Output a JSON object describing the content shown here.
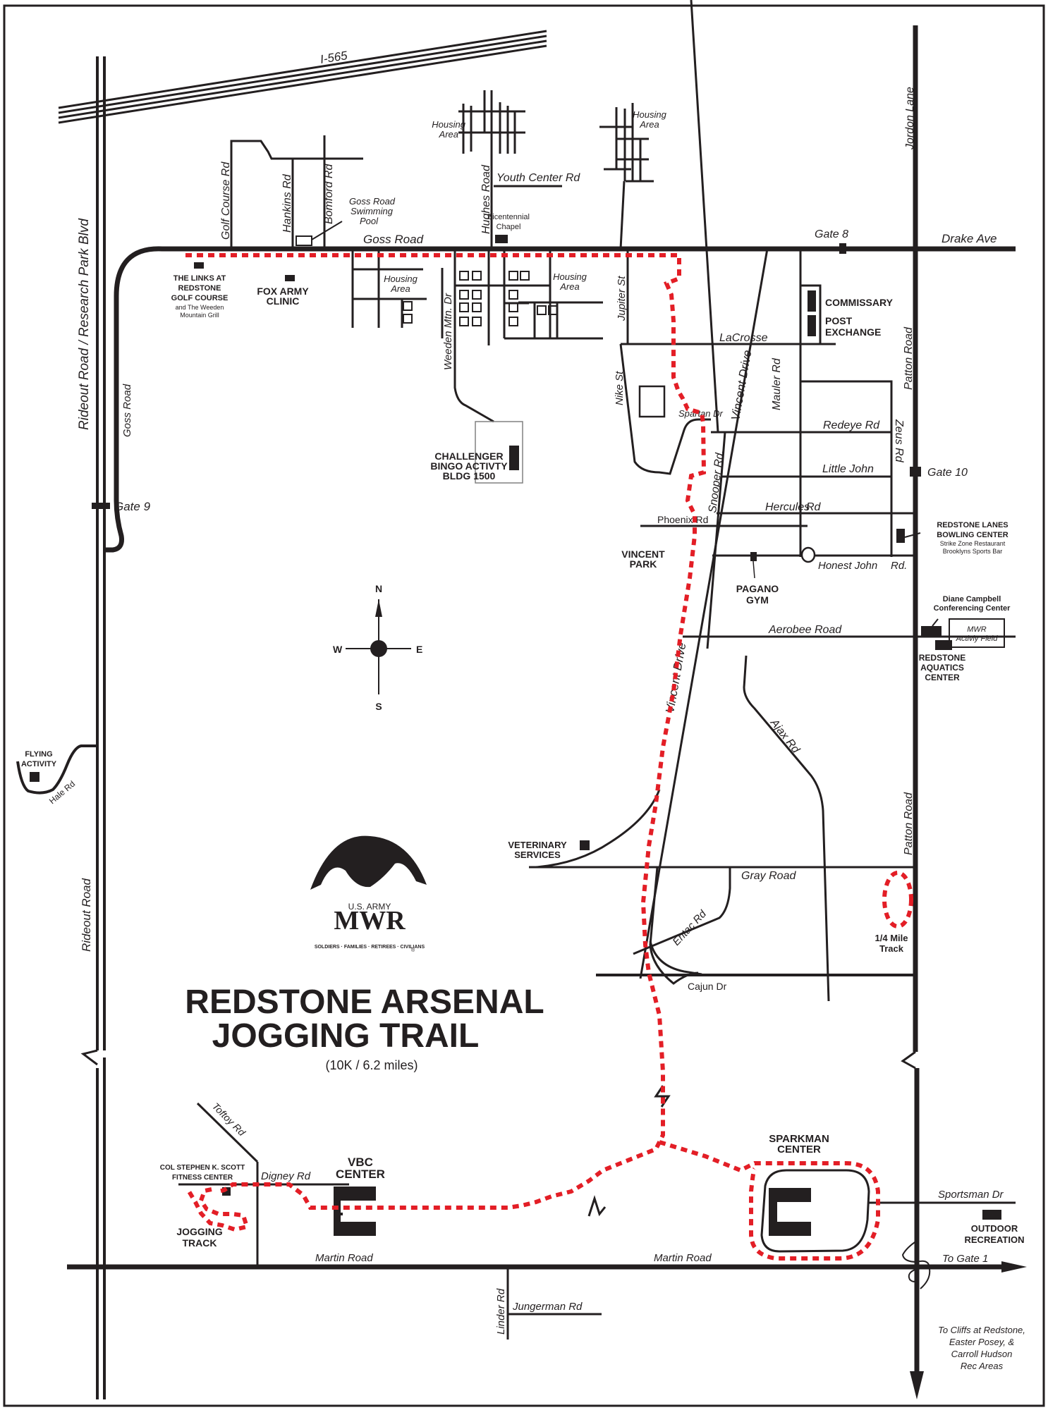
{
  "map": {
    "title_line1": "REDSTONE ARSENAL",
    "title_line2": "JOGGING TRAIL",
    "subtitle": "(10K / 6.2 miles)",
    "trail_color": "#e31e26",
    "road_color": "#231f20",
    "logo": {
      "top": "U.S. ARMY",
      "main": "MWR",
      "ring": "SOLDIERS · FAMILIES · RETIREES · CIVILIANS",
      "reg": "®"
    },
    "compass": {
      "n": "N",
      "s": "S",
      "e": "E",
      "w": "W"
    },
    "roads": {
      "i565": "I-565",
      "rideout_research": "Rideout Road / Research Park Blvd",
      "rideout": "Rideout Road",
      "goss_vertical": "Goss Road",
      "goss": "Goss Road",
      "golf_course": "Golf Course Rd",
      "hankins": "Hankins Rd",
      "bomford": "Bomford Rd",
      "hughes": "Hughes Road",
      "youth_center": "Youth Center Rd",
      "weeden": "Weeden Mtn. Dr",
      "jupiter": "Jupiter St",
      "nike": "Nike St",
      "lacrosse": "LaCrosse",
      "spartan": "Spartan Dr",
      "vincent_upper": "Vincent Drive",
      "vincent_lower": "Vincent Drive",
      "mauler": "Mauler Rd",
      "redeye": "Redeye Rd",
      "zeus": "Zeus Rd",
      "little_john": "Little John",
      "snooper": "Snooper Rd.",
      "hercules": "Hercules",
      "hercules_rd": "Rd",
      "phoenix": "Phoenix Rd",
      "honest_john": "Honest John",
      "honest_john_rd": "Rd.",
      "aerobee": "Aerobee Road",
      "ajax": "Ajax Rd",
      "patton_upper": "Patton Road",
      "patton_lower": "Patton Road",
      "jordon": "Jordon Lane",
      "drake": "Drake Ave",
      "gray": "Gray Road",
      "entac": "Entac Rd",
      "cajun": "Cajun Dr",
      "hale": "Hale Rd",
      "toftoy": "Toftoy Rd",
      "digney": "Digney Rd",
      "martin_left": "Martin Road",
      "martin_right": "Martin Road",
      "linder": "Linder Rd",
      "jungerman": "Jungerman Rd",
      "sportsman": "Sportsman Dr"
    },
    "gates": {
      "gate8": "Gate 8",
      "gate9": "Gate 9",
      "gate10": "Gate 10",
      "to_gate1": "To Gate 1"
    },
    "housing": [
      "Housing",
      "Area"
    ],
    "places": {
      "links": [
        "THE LINKS AT",
        "REDSTONE",
        "GOLF COURSE"
      ],
      "links_sub": [
        "and The Weeden",
        "Mountain Grill"
      ],
      "fox": [
        "FOX ARMY",
        "CLINIC"
      ],
      "pool": [
        "Goss Road",
        "Swimming",
        "Pool"
      ],
      "chapel": [
        "Bicentennial",
        "Chapel"
      ],
      "bingo": [
        "CHALLENGER",
        "BINGO ACTIVTY",
        "BLDG 1500"
      ],
      "commissary": "COMMISSARY",
      "px": [
        "POST",
        "EXCHANGE"
      ],
      "bowling": [
        "REDSTONE LANES",
        "BOWLING CENTER"
      ],
      "bowling_sub": [
        "Strike Zone Restaurant",
        "Brooklyns Sports Bar"
      ],
      "vincent_park": [
        "VINCENT",
        "PARK"
      ],
      "pagano": [
        "PAGANO",
        "GYM"
      ],
      "diane": [
        "Diane Campbell",
        "Conferencing Center"
      ],
      "mwr_field": [
        "MWR",
        "Activiy Field"
      ],
      "aquatics": [
        "REDSTONE",
        "AQUATICS",
        "CENTER"
      ],
      "flying": [
        "FLYING",
        "ACTIVITY"
      ],
      "vet": [
        "VETERINARY",
        "SERVICES"
      ],
      "quarter_track": [
        "1/4 Mile",
        "Track"
      ],
      "fitness": [
        "COL STEPHEN K. SCOTT",
        "FITNESS CENTER"
      ],
      "jogging_track": [
        "JOGGING",
        "TRACK"
      ],
      "vbc": [
        "VBC",
        "CENTER"
      ],
      "sparkman": [
        "SPARKMAN",
        "CENTER"
      ],
      "outdoor": [
        "OUTDOOR",
        "RECREATION"
      ],
      "cliffs": [
        "To Cliffs at Redstone,",
        "Easter Posey, &",
        "Carroll Hudson",
        "Rec Areas"
      ]
    }
  }
}
